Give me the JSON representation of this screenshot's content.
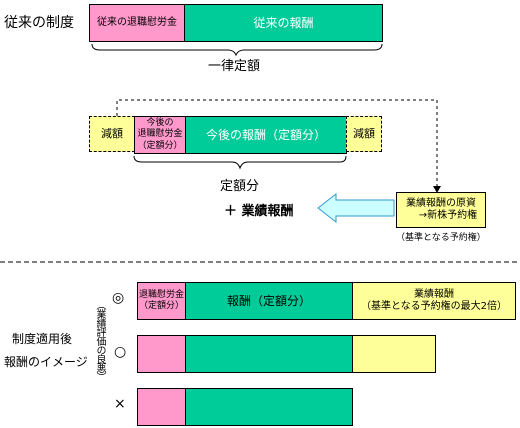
{
  "current": {
    "heading": "従来の制度",
    "retire_label": "従来の退職慰労金",
    "pay_label": "従来の報酬",
    "fixed_label": "一律定額"
  },
  "middle": {
    "reduce_left": "減額",
    "retire_line1": "今後の",
    "retire_line2": "退職慰労金",
    "retire_line3": "（定額分）",
    "pay_label": "今後の報酬（定額分）",
    "reduce_right": "減額",
    "fixed_label": "定額分",
    "plus_label": "＋ 業績報酬",
    "source_line1": "業績報酬の原資",
    "source_line2": "→新株予約権",
    "source_note": "（基準となる予約権）"
  },
  "lower": {
    "image_line1": "制度適用後",
    "image_line2": "報酬のイメージ",
    "eval_label": "（業績評価の良悪）",
    "rows": [
      {
        "symbol": "◎",
        "retire_line1": "退職慰労金",
        "retire_line2": "（定額分）",
        "pay_label": "報酬（定額分）",
        "perf_line1": "業績報酬",
        "perf_line2": "（基準となる予約権の最大2倍）"
      },
      {
        "symbol": "○"
      },
      {
        "symbol": "×"
      }
    ]
  },
  "colors": {
    "retire": "#ff99cc",
    "pay": "#00cc99",
    "performance": "#ffff99",
    "arrow_fill": "#ccffff",
    "arrow_stroke": "#3399cc"
  }
}
